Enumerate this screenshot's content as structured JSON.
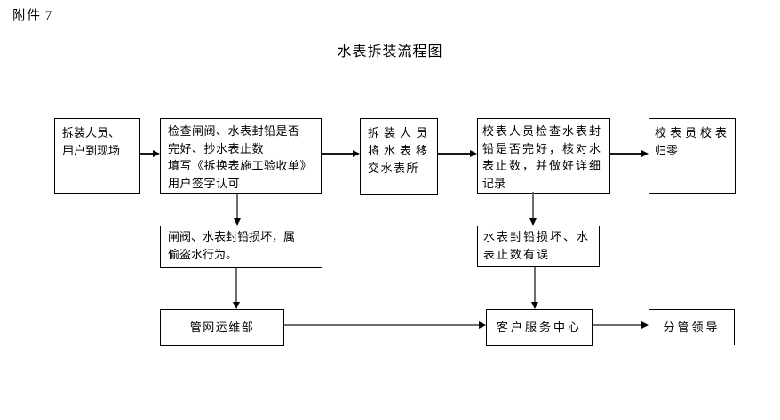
{
  "page": {
    "attachment_label": "附件 7",
    "title": "水表拆装流程图"
  },
  "colors": {
    "background": "#ffffff",
    "box_border": "#000000",
    "text": "#000000",
    "connector_line": "#6e6e6e",
    "arrowhead": "#000000"
  },
  "flow": {
    "boxes": [
      {
        "id": "arrive-site",
        "lines": [
          "拆装人员、",
          "用户到现场"
        ]
      },
      {
        "id": "check-seal",
        "lines": [
          "检查闸阀、水表封铅是否",
          "完好、抄水表止数",
          "填写《拆换表施工验收单》",
          "用户签字认可"
        ]
      },
      {
        "id": "transfer-meter",
        "lines": [
          "拆装人员",
          "将水表移",
          "交水表所"
        ]
      },
      {
        "id": "inspect-record",
        "lines": [
          "校表人员检查水表封",
          "铅是否完好，核对水",
          "表止数，并做好详细",
          "记录"
        ]
      },
      {
        "id": "reset-meter",
        "lines": [
          "校表员校表",
          "归零"
        ]
      },
      {
        "id": "theft-notice",
        "lines": [
          "闸阀、水表封铅损坏，属",
          "偷盗水行为。"
        ]
      },
      {
        "id": "seal-damaged",
        "lines": [
          "水表封铅损坏、水",
          "表止数有误"
        ]
      },
      {
        "id": "pipeline-dept",
        "lines": [
          "管网运维部"
        ]
      },
      {
        "id": "customer-service",
        "lines": [
          "客户服务中心"
        ]
      },
      {
        "id": "leader",
        "lines": [
          "分管领导"
        ]
      }
    ]
  }
}
